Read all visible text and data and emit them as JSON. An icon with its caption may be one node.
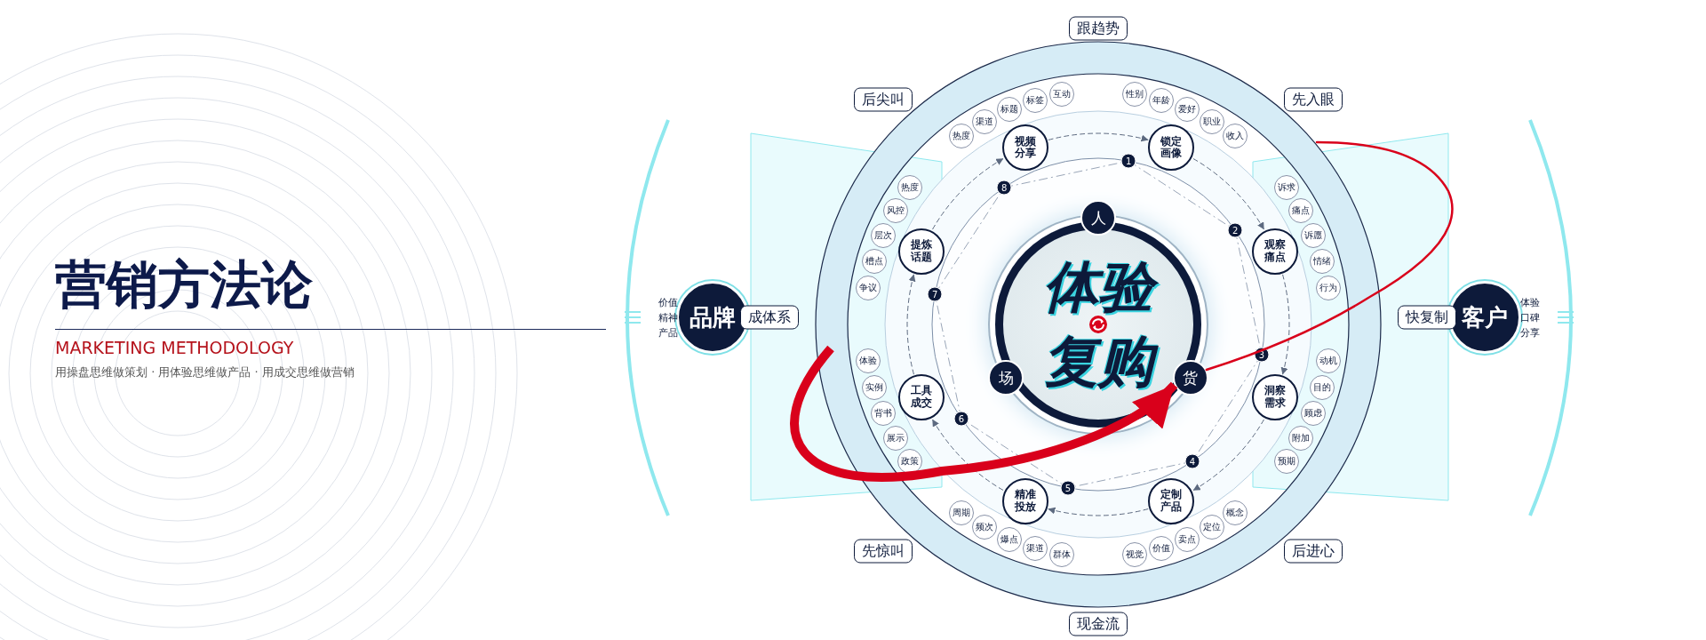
{
  "diagram": {
    "title": "营销方法论",
    "nodes": [
      {
        "text": [
          "品牌"
        ],
        "beside": [
          "价值",
          "精神",
          "产品"
        ]
      },
      {
        "text": [
          "客户"
        ],
        "beside": [
          "体验",
          "口碑",
          "分享"
        ]
      },
      {
        "text": [
          "跟趋势"
        ]
      },
      {
        "text": [
          "先入眼"
        ]
      },
      {
        "text": [
          "快复制"
        ]
      },
      {
        "text": [
          "后进心"
        ]
      },
      {
        "text": [
          "现金流"
        ]
      },
      {
        "text": [
          "先惊叫"
        ]
      },
      {
        "text": [
          "成体系"
        ]
      },
      {
        "text": [
          "后尖叫"
        ]
      },
      {
        "text": [
          "体验复购"
        ]
      },
      {
        "text": [
          "人"
        ]
      },
      {
        "text": [
          "货"
        ]
      },
      {
        "text": [
          "场"
        ]
      },
      {
        "text": [
          "锁定画像"
        ],
        "beside": [
          "1"
        ]
      },
      {
        "text": [
          "性别"
        ]
      },
      {
        "text": [
          "年龄"
        ]
      },
      {
        "text": [
          "爱好"
        ]
      },
      {
        "text": [
          "职业"
        ]
      },
      {
        "text": [
          "收入"
        ]
      },
      {
        "text": [
          "观察痛点"
        ],
        "beside": [
          "2"
        ]
      },
      {
        "text": [
          "诉求"
        ]
      },
      {
        "text": [
          "痛点"
        ]
      },
      {
        "text": [
          "诉愿"
        ]
      },
      {
        "text": [
          "情绪"
        ]
      },
      {
        "text": [
          "行为"
        ]
      },
      {
        "text": [
          "洞察需求"
        ],
        "beside": [
          "3"
        ]
      },
      {
        "text": [
          "动机"
        ]
      },
      {
        "text": [
          "目的"
        ]
      },
      {
        "text": [
          "顾虑"
        ]
      },
      {
        "text": [
          "附加"
        ]
      },
      {
        "text": [
          "预期"
        ]
      },
      {
        "text": [
          "定制产品"
        ],
        "beside": [
          "4"
        ]
      },
      {
        "text": [
          "概念"
        ]
      },
      {
        "text": [
          "定位"
        ]
      },
      {
        "text": [
          "卖点"
        ]
      },
      {
        "text": [
          "价值"
        ]
      },
      {
        "text": [
          "视觉"
        ]
      },
      {
        "text": [
          "精准投放"
        ],
        "beside": [
          "5"
        ]
      },
      {
        "text": [
          "群体"
        ]
      },
      {
        "text": [
          "渠道"
        ]
      },
      {
        "text": [
          "爆点"
        ]
      },
      {
        "text": [
          "频次"
        ]
      },
      {
        "text": [
          "周期"
        ]
      },
      {
        "text": [
          "工具成交"
        ],
        "beside": [
          "6"
        ]
      },
      {
        "text": [
          "政策"
        ]
      },
      {
        "text": [
          "展示"
        ]
      },
      {
        "text": [
          "背书"
        ]
      },
      {
        "text": [
          "实例"
        ]
      },
      {
        "text": [
          "体验"
        ]
      },
      {
        "text": [
          "提炼话题"
        ],
        "beside": [
          "7"
        ]
      },
      {
        "text": [
          "争议"
        ]
      },
      {
        "text": [
          "槽点"
        ]
      },
      {
        "text": [
          "层次"
        ]
      },
      {
        "text": [
          "风控"
        ]
      },
      {
        "text": [
          "热度"
        ]
      },
      {
        "text": [
          "视频分享"
        ],
        "beside": [
          "8"
        ]
      },
      {
        "text": [
          "热度"
        ]
      },
      {
        "text": [
          "渠道"
        ]
      },
      {
        "text": [
          "标题"
        ]
      },
      {
        "text": [
          "标签"
        ]
      },
      {
        "text": [
          "互动"
        ]
      }
    ],
    "edges": [
      {
        "from": 14,
        "to": 20,
        "arrow": "to",
        "style": "dashed"
      },
      {
        "from": 20,
        "to": 26,
        "arrow": "to",
        "style": "dashed"
      },
      {
        "from": 26,
        "to": 32,
        "arrow": "to",
        "style": "dashed"
      },
      {
        "from": 32,
        "to": 38,
        "arrow": "to",
        "style": "dashed"
      },
      {
        "from": 38,
        "to": 44,
        "arrow": "to",
        "style": "dashed"
      },
      {
        "from": 44,
        "to": 50,
        "arrow": "to",
        "style": "dashed"
      },
      {
        "from": 50,
        "to": 56,
        "arrow": "to",
        "style": "dashed"
      },
      {
        "from": 56,
        "to": 14,
        "arrow": "to",
        "style": "dashed"
      },
      {
        "from": null,
        "to": 12,
        "arrow": "to",
        "style": "thick",
        "color": "#d9001b"
      },
      {
        "from": 12,
        "to": null,
        "arrow": "none",
        "color": "#d9001b"
      }
    ],
    "labels": [
      "MARKETING METHODOLOGY",
      "用操盘思维做策划 · 用体验思维做产品 · 用成交思维做营销"
    ]
  }
}
